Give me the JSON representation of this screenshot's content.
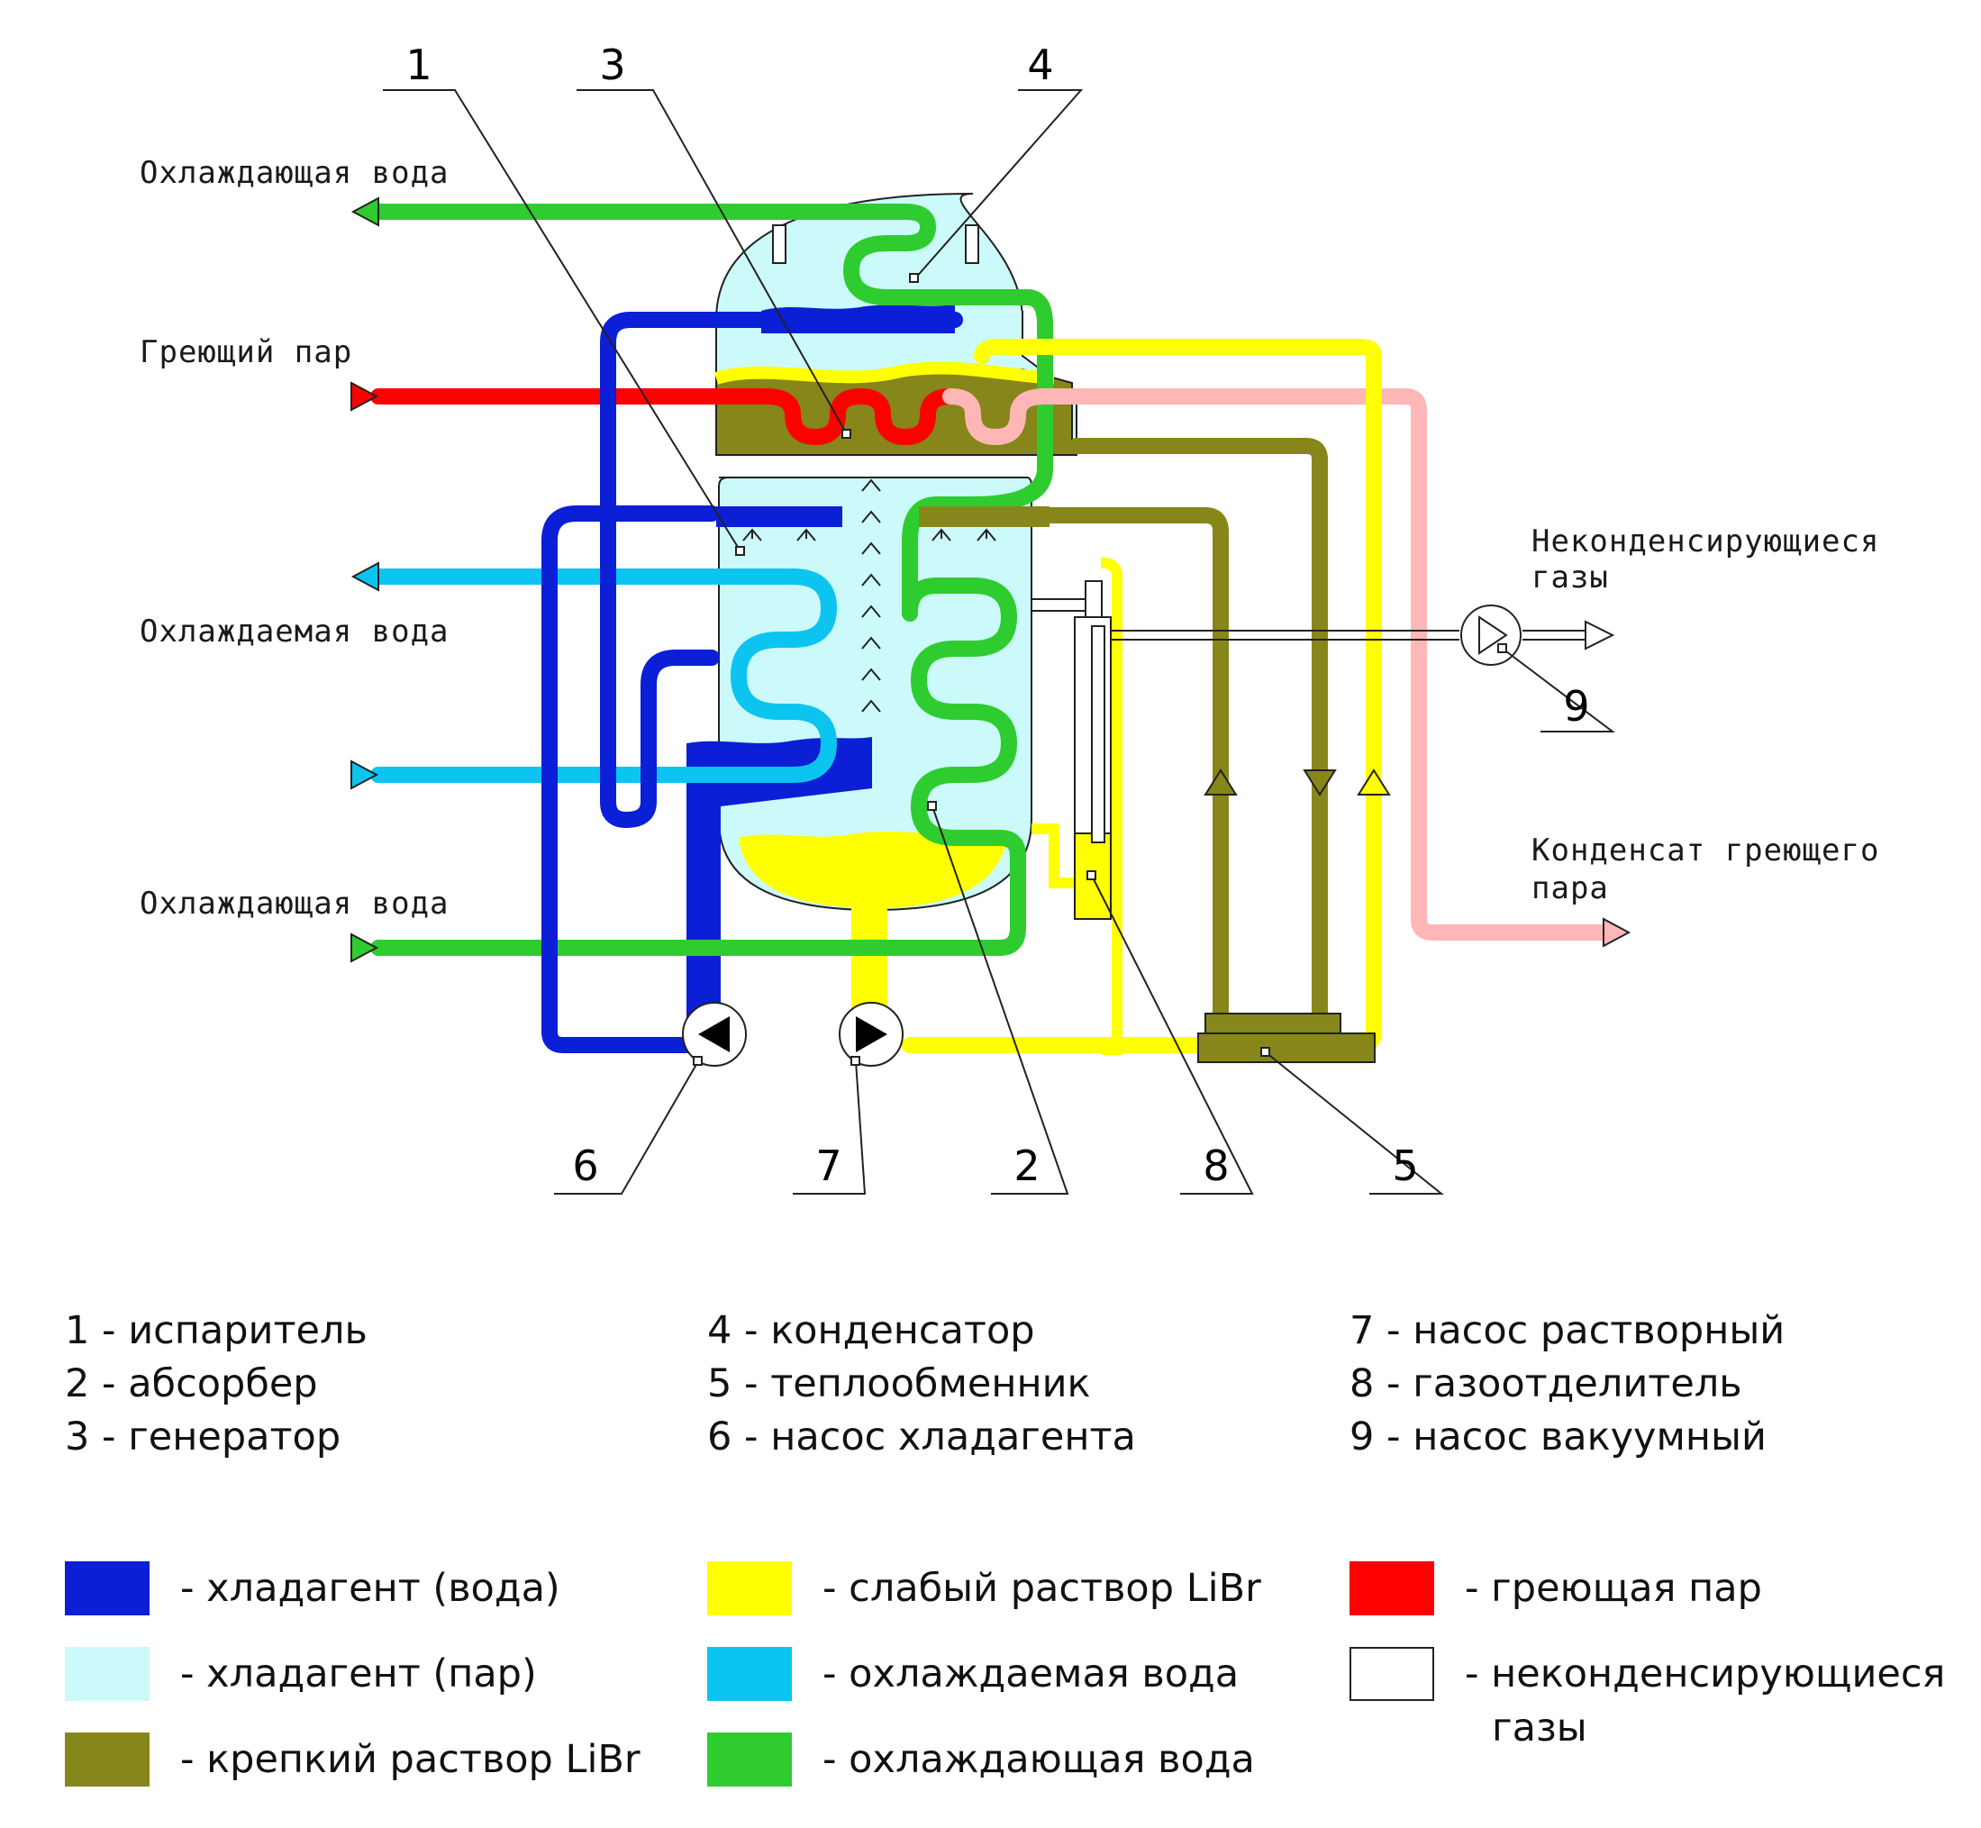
{
  "callouts": [
    "1",
    "2",
    "3",
    "4",
    "5",
    "6",
    "7",
    "8",
    "9"
  ],
  "flow_labels": {
    "cooling_water_out": "Охлаждающая вода",
    "heating_steam": "Греющий пар",
    "chilled_water": "Охлаждаемая вода",
    "cooling_water_in": "Охлаждающая вода",
    "noncondensable_line1": "Неконденсирующиеся",
    "noncondensable_line2": "газы",
    "condensate_line1": "Конденсат греющего",
    "condensate_line2": "пара"
  },
  "components": [
    "1 - испаритель",
    "2 - абсорбер",
    "3 - генератор",
    "4 - конденсатор",
    "5 - теплообменник",
    "6 - насос хладагента",
    "7 - насос растворный",
    "8 - газоотделитель",
    "9 - насос вакуумный"
  ],
  "legend": [
    {
      "color": "#0a1fd6",
      "label": "- хладагент (вода)"
    },
    {
      "color": "#ccfafa",
      "label": "- хладагент (пар)"
    },
    {
      "color": "#86861a",
      "label": "- крепкий раствор LiBr"
    },
    {
      "color": "#ffff00",
      "label": "- слабый раствор LiBr"
    },
    {
      "color": "#0bc4f0",
      "label": "- охлаждаемая вода"
    },
    {
      "color": "#2fcc2f",
      "label": "- охлаждающая вода"
    },
    {
      "color": "#ff0000",
      "label": "- греющая пар"
    },
    {
      "color": "#ffffff",
      "label": "- неконденсирующиеся"
    }
  ],
  "legend_extra": "газы",
  "colors": {
    "refrigerant_water": "#0a1fd6",
    "refrigerant_vapor": "#ccfafa",
    "strong_libr": "#86861a",
    "weak_libr": "#ffff00",
    "chilled_water": "#0bc4f0",
    "cooling_water": "#2fcc2f",
    "steam": "#ff0000",
    "condensate": "#ffb6b6",
    "noncondensable": "#ffffff"
  }
}
